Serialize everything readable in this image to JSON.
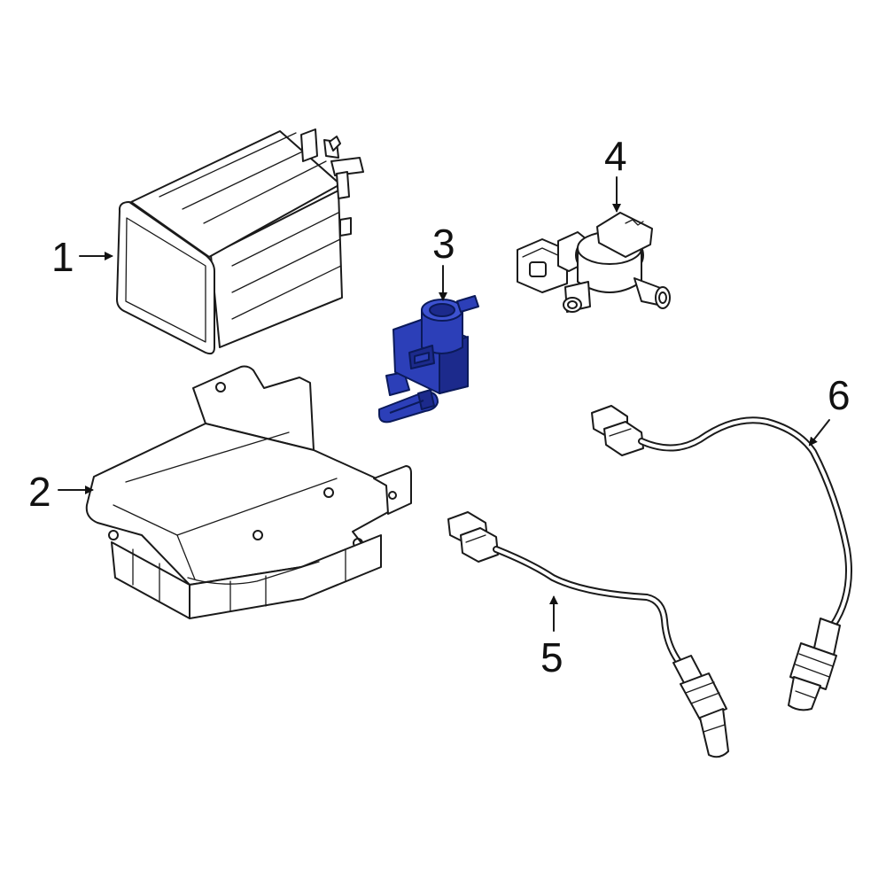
{
  "callouts": [
    {
      "label": "1"
    },
    {
      "label": "2"
    },
    {
      "label": "3"
    },
    {
      "label": "4"
    },
    {
      "label": "5"
    },
    {
      "label": "6"
    }
  ],
  "colors": {
    "highlight_fill": "#2c3fb8",
    "highlight_shade": "#1c2a8c",
    "line": "#1a1a1a",
    "background": "#ffffff"
  }
}
